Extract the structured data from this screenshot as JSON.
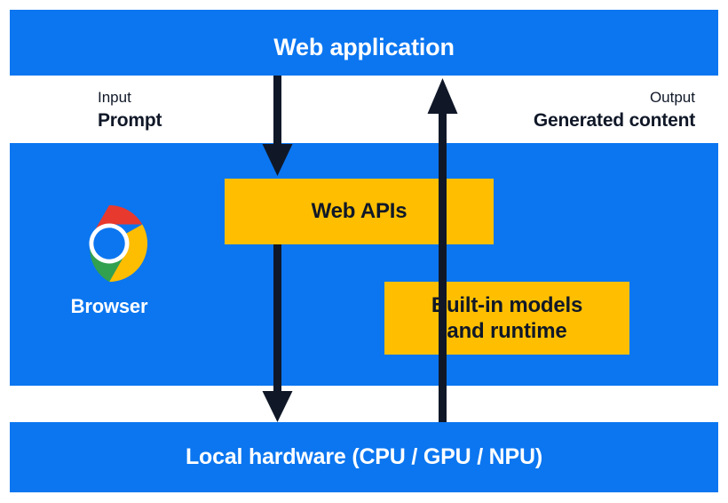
{
  "diagram": {
    "title": "Web application",
    "colors": {
      "band_blue": "#0b76f0",
      "box_yellow": "#ffbf00",
      "ink_navy": "#101828",
      "text_on_blue": "#ffffff"
    }
  },
  "bands": {
    "web_application": {
      "label": "Web application"
    },
    "browser": {
      "label": "Browser",
      "icon": "chrome-logo-icon"
    },
    "local_hardware": {
      "label": "Local hardware (CPU / GPU / NPU)"
    }
  },
  "boxes": {
    "web_apis": {
      "label": "Web APIs"
    },
    "builtin_models": {
      "label": "Built-in models\nand runtime"
    }
  },
  "flows": {
    "input": {
      "kind": "Input",
      "value": "Prompt",
      "direction": "down"
    },
    "output": {
      "kind": "Output",
      "value": "Generated content",
      "direction": "up"
    }
  },
  "arrows": {
    "input_upper": {
      "name": "input-arrow-to-web-apis",
      "direction": "down"
    },
    "input_lower": {
      "name": "input-arrow-to-local-hardware",
      "direction": "down"
    },
    "output": {
      "name": "output-arrow-to-web-application",
      "direction": "up"
    }
  }
}
